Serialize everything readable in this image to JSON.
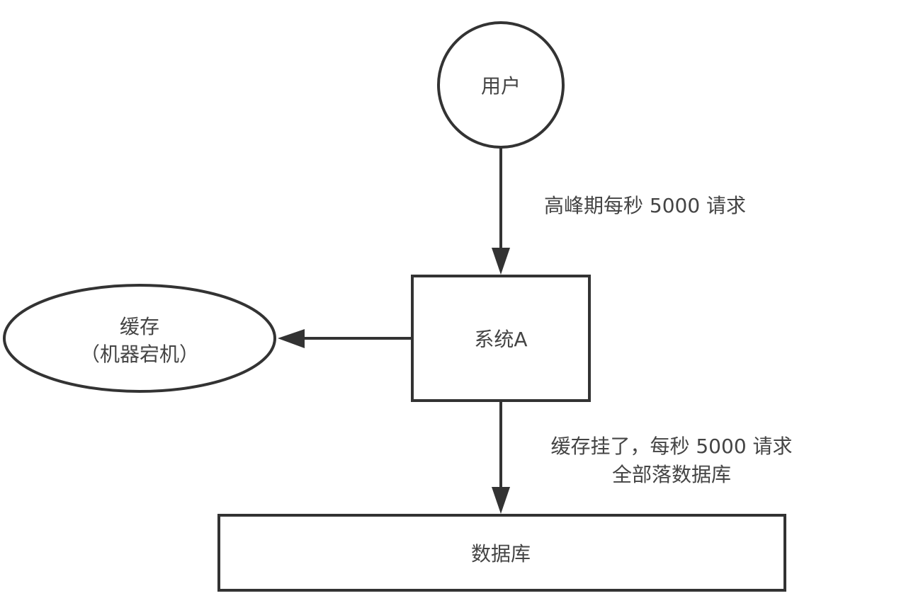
{
  "nodes": {
    "user": {
      "label": "用户",
      "shape": "circle"
    },
    "cache": {
      "label_lines": [
        "缓存",
        "（机器宕机）"
      ],
      "shape": "ellipse"
    },
    "system_a": {
      "label": "系统A",
      "shape": "rectangle"
    },
    "database": {
      "label": "数据库",
      "shape": "rectangle"
    }
  },
  "edges": {
    "user_to_system": {
      "from": "user",
      "to": "system_a",
      "label": "高峰期每秒 5000 请求"
    },
    "system_to_cache": {
      "from": "system_a",
      "to": "cache",
      "label": ""
    },
    "system_to_database": {
      "from": "system_a",
      "to": "database",
      "label_lines": [
        "缓存挂了，每秒 5000 请求",
        "全部落数据库"
      ]
    }
  },
  "colors": {
    "stroke": "#333333",
    "text": "#444444",
    "background": "#ffffff"
  }
}
